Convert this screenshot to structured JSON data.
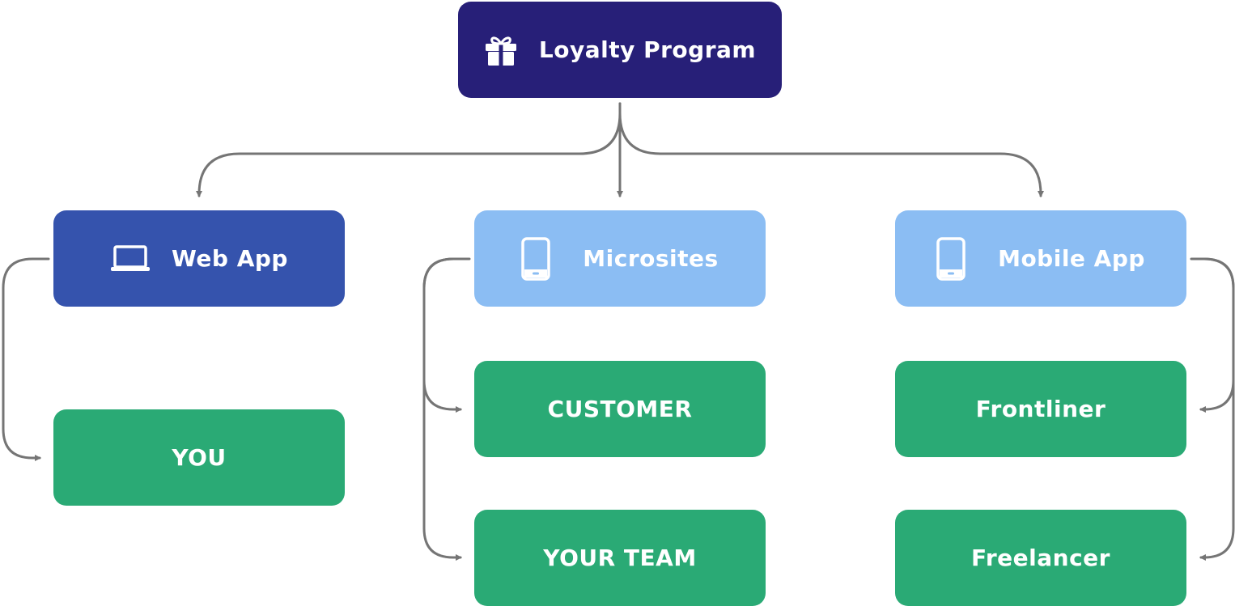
{
  "colors": {
    "root": "#271f78",
    "web_app": "#3553ad",
    "light_blue": "#8bbdf3",
    "green": "#2aaa75",
    "connector": "#757575"
  },
  "root": {
    "label": "Loyalty Program",
    "icon": "gift-icon"
  },
  "channels": [
    {
      "label": "Web App",
      "icon": "laptop-icon"
    },
    {
      "label": "Microsites",
      "icon": "mobile-phone-icon"
    },
    {
      "label": "Mobile App",
      "icon": "mobile-phone-icon"
    }
  ],
  "audiences": {
    "web_app": [
      "YOU"
    ],
    "microsites": [
      "CUSTOMER",
      "YOUR TEAM"
    ],
    "mobile_app": [
      "Frontliner",
      "Freelancer"
    ]
  }
}
